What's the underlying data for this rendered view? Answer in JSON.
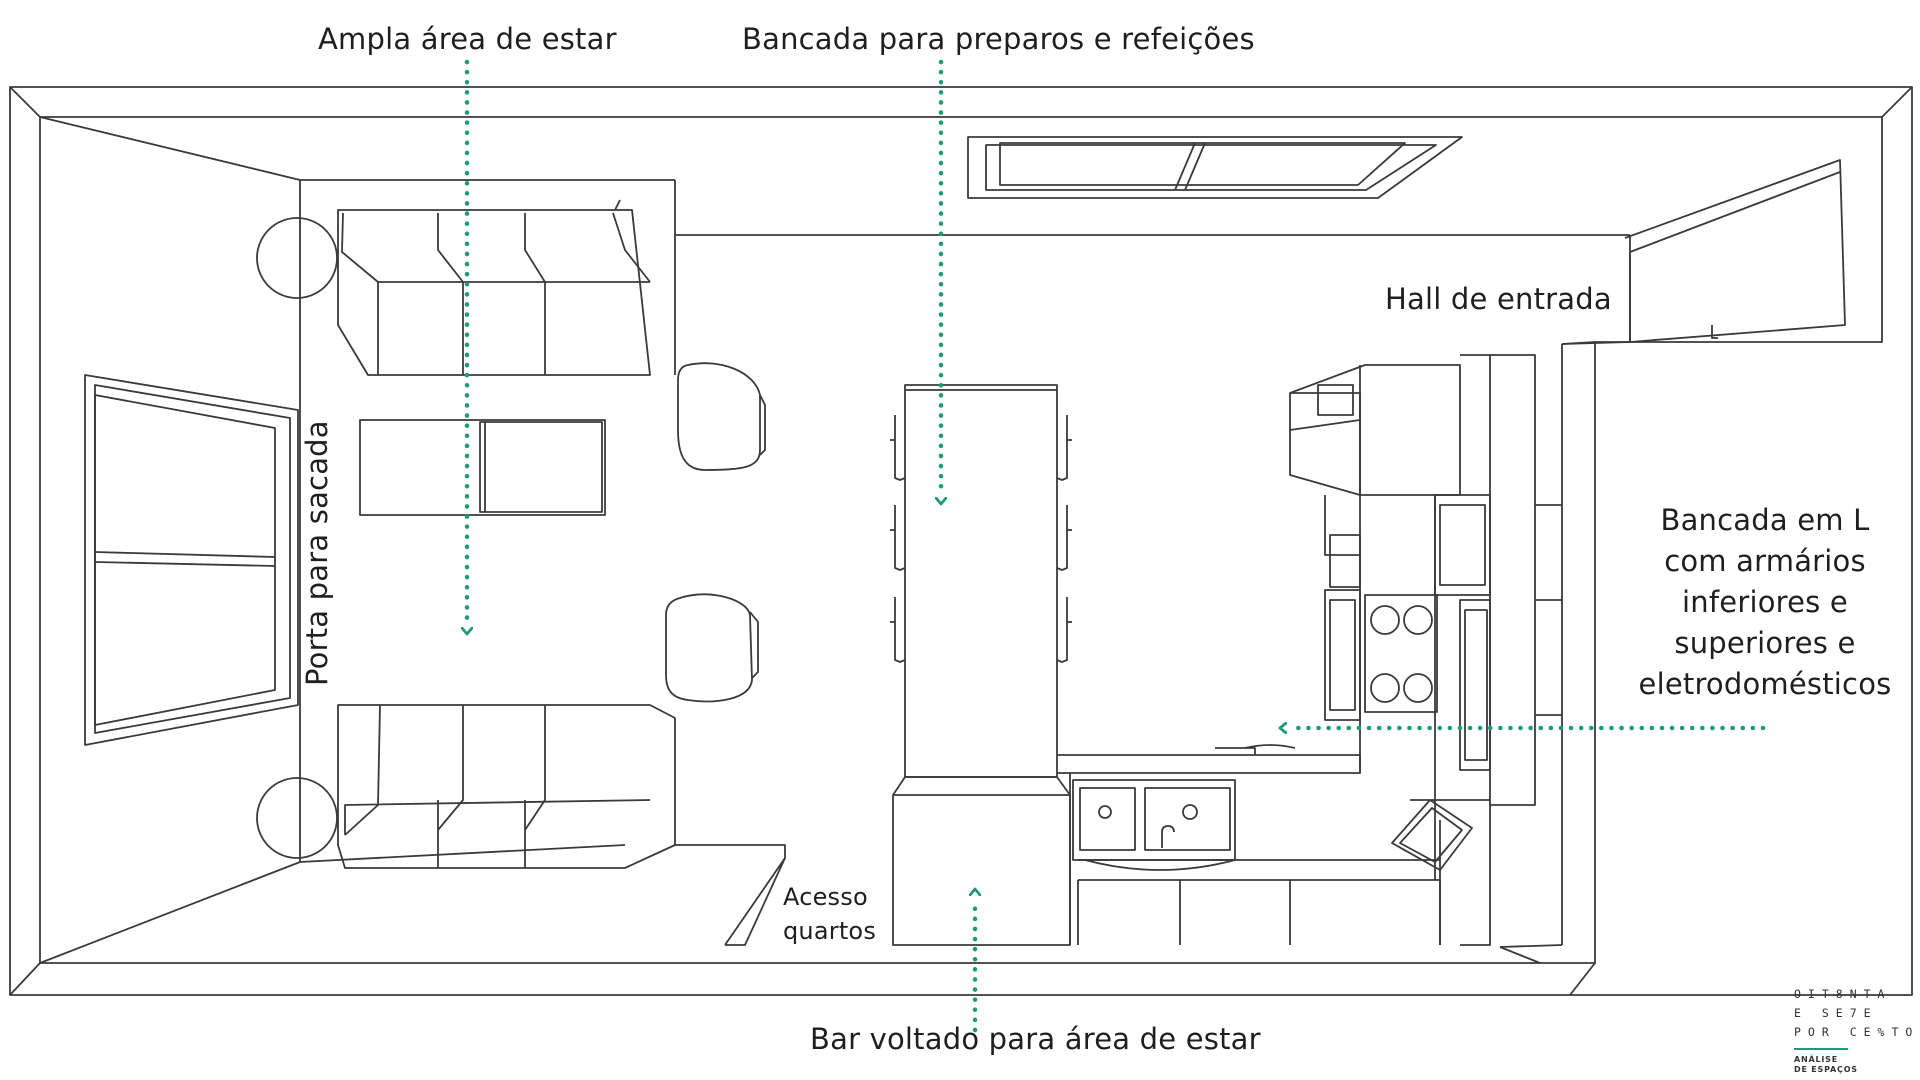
{
  "labels": {
    "living": "Ampla área de estar",
    "counter_meals": "Bancada para preparos e refeições",
    "hall": "Hall de entrada",
    "balcony_door": "Porta para sacada",
    "l_counter": "Bancada em L com armários inferiores e superiores e eletrodomésticos",
    "access_line1": "Acesso",
    "access_line2": "quartos",
    "bar": "Bar voltado para área de estar"
  },
  "logo": {
    "line1": "OIT8NTA",
    "line2": "E SE7E",
    "line3": "POR CE%TO",
    "sub1": "ANÁLISE",
    "sub2": "DE ESPAÇOS"
  },
  "colors": {
    "line": "#3a3a3a",
    "accent": "#1d9a78"
  }
}
